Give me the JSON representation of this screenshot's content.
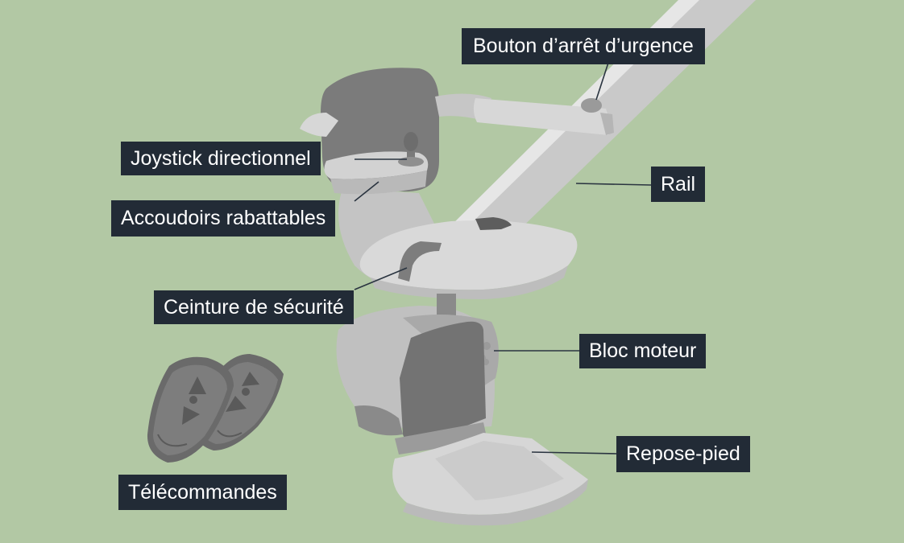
{
  "diagram": {
    "background_color": "#b2c8a4",
    "label_color": "#222b36",
    "labels": {
      "emergency_stop": "Bouton d’arrêt d’urgence",
      "joystick": "Joystick directionnel",
      "armrests": "Accoudoirs rabattables",
      "rail": "Rail",
      "seatbelt": "Ceinture de sécurité",
      "motor": "Bloc moteur",
      "footrest": "Repose-pied",
      "remotes": "Télécommandes"
    }
  }
}
